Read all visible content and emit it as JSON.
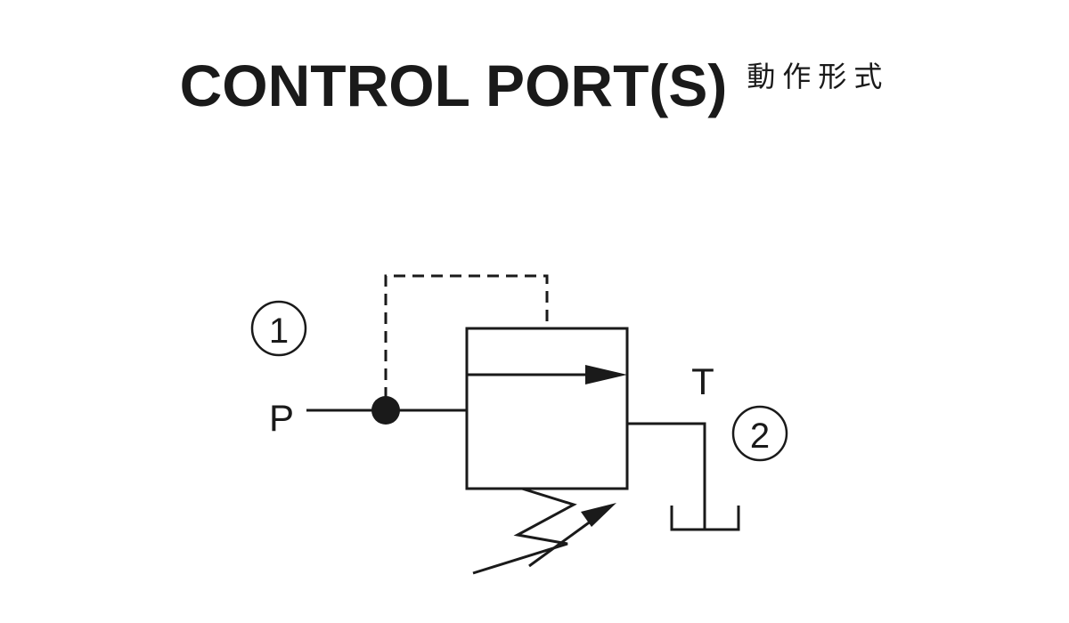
{
  "header": {
    "title_en": "CONTROL PORT(S)",
    "title_zh": "動作形式"
  },
  "diagram": {
    "port_p_label": "P",
    "port_t_label": "T",
    "port_1_number": "①",
    "port_2_number": "②",
    "stroke_color": "#1a1a1a"
  }
}
